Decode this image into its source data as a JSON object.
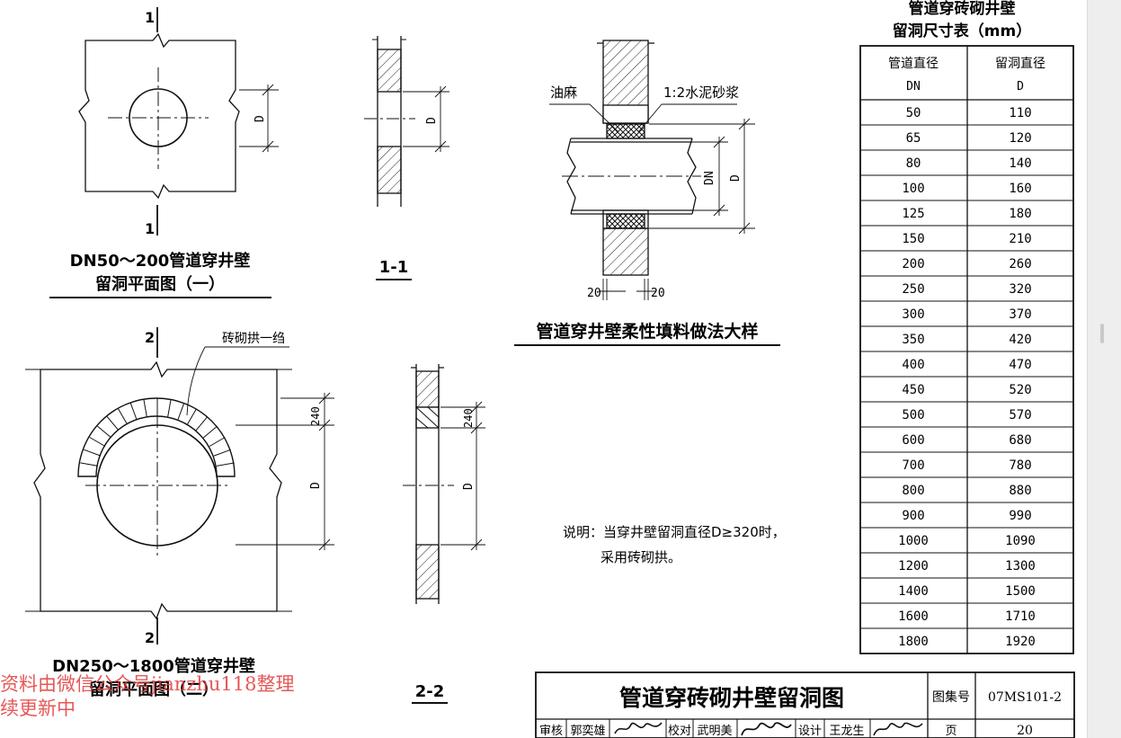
{
  "figures": {
    "plan1": {
      "title_line1": "DN50～200管道穿井壁",
      "title_line2": "留洞平面图（一）",
      "section_mark": "1",
      "dim_label": "D"
    },
    "section1": {
      "title": "1-1",
      "dim_label": "D"
    },
    "detail": {
      "title": "管道穿井壁柔性填料做法大样",
      "label_oakum": "油麻",
      "label_mortar": "1:2水泥砂浆",
      "label_dn": "DN",
      "label_d": "D",
      "dim_left": "20",
      "dim_right": "20"
    },
    "plan2": {
      "title_line1": "DN250～1800管道穿井壁",
      "title_line2": "留洞平面图（二）",
      "section_mark": "2",
      "label_arch": "砖砌拱一绉",
      "dim_arch": "240",
      "dim_label": "D"
    },
    "section2": {
      "title": "2-2",
      "dim_arch": "240",
      "dim_label": "D"
    }
  },
  "note": {
    "line1": "说明：当穿井壁留洞直径D≥320时，",
    "line2": "采用砖砌拱。"
  },
  "table": {
    "title_line1": "管道穿砖砌井壁",
    "title_line2": "留洞尺寸表（mm）",
    "header_col1_line1": "管道直径",
    "header_col1_line2": "DN",
    "header_col2_line1": "留洞直径",
    "header_col2_line2": "D",
    "rows": [
      [
        "50",
        "110"
      ],
      [
        "65",
        "120"
      ],
      [
        "80",
        "140"
      ],
      [
        "100",
        "160"
      ],
      [
        "125",
        "180"
      ],
      [
        "150",
        "210"
      ],
      [
        "200",
        "260"
      ],
      [
        "250",
        "320"
      ],
      [
        "300",
        "370"
      ],
      [
        "350",
        "420"
      ],
      [
        "400",
        "470"
      ],
      [
        "450",
        "520"
      ],
      [
        "500",
        "570"
      ],
      [
        "600",
        "680"
      ],
      [
        "700",
        "780"
      ],
      [
        "800",
        "880"
      ],
      [
        "900",
        "990"
      ],
      [
        "1000",
        "1090"
      ],
      [
        "1200",
        "1300"
      ],
      [
        "1400",
        "1500"
      ],
      [
        "1600",
        "1710"
      ],
      [
        "1800",
        "1920"
      ]
    ]
  },
  "title_block": {
    "main_title": "管道穿砖砌井壁留洞图",
    "atlas_label": "图集号",
    "atlas_number": "07MS101-2",
    "review_label": "审核",
    "reviewer": "郭奕雄",
    "check_label": "校对",
    "checker": "武明美",
    "design_label": "设计",
    "designer": "王龙生",
    "page_label": "页",
    "page_number": "20"
  },
  "watermark": {
    "line1": "资料由微信公众号jianzhu118整理",
    "line2": "续更新中"
  }
}
